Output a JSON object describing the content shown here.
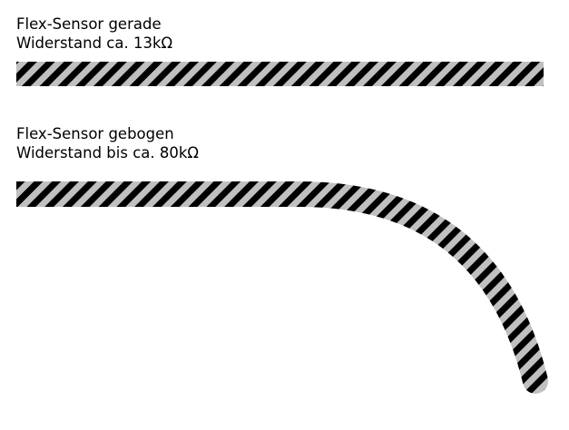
{
  "straight": {
    "title": "Flex-Sensor gerade",
    "resistance": "Widerstand ca. 13kΩ"
  },
  "bent": {
    "title": "Flex-Sensor gebogen",
    "resistance": "Widerstand bis ca. 80kΩ"
  },
  "colors": {
    "stripe_dark": "#000000",
    "stripe_light": "#c0c0c0",
    "background": "#ffffff"
  }
}
